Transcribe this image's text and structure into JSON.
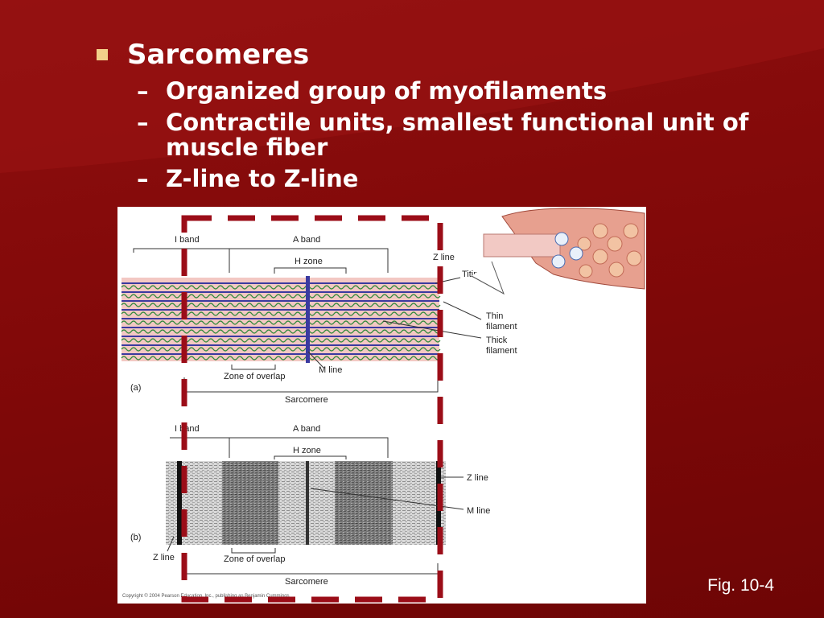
{
  "bullet": "Sarcomeres",
  "sub_bullets": [
    "Organized group of myofilaments",
    "Contractile units, smallest functional unit of muscle fiber",
    "Z-line to Z-line"
  ],
  "dash": "–",
  "figure": {
    "panel_a": {
      "i_band": "I band",
      "a_band": "A band",
      "h_zone": "H zone",
      "z_line": "Z line",
      "titin": "Titin",
      "thin": "Thin",
      "filament_thin": "filament",
      "thick": "Thick",
      "filament_thick": "filament",
      "m_line": "M line",
      "zone_overlap": "Zone of overlap",
      "sarcomere": "Sarcomere",
      "letter": "(a)"
    },
    "panel_b": {
      "i_band": "I band",
      "a_band": "A band",
      "h_zone": "H zone",
      "z_line_right": "Z line",
      "m_line": "M line",
      "z_line_left": "Z line",
      "zone_overlap": "Zone of overlap",
      "sarcomere": "Sarcomere",
      "letter": "(b)"
    },
    "copyright": "Copyright © 2004 Pearson Education, Inc., publishing as Benjamin Cummings",
    "highlight_color": "#9b0d18",
    "thick_color": "#3b3aa0",
    "thin_color": "#2f8a3a",
    "band_color": "#f3c8c3"
  },
  "caption": "Fig. 10-4"
}
